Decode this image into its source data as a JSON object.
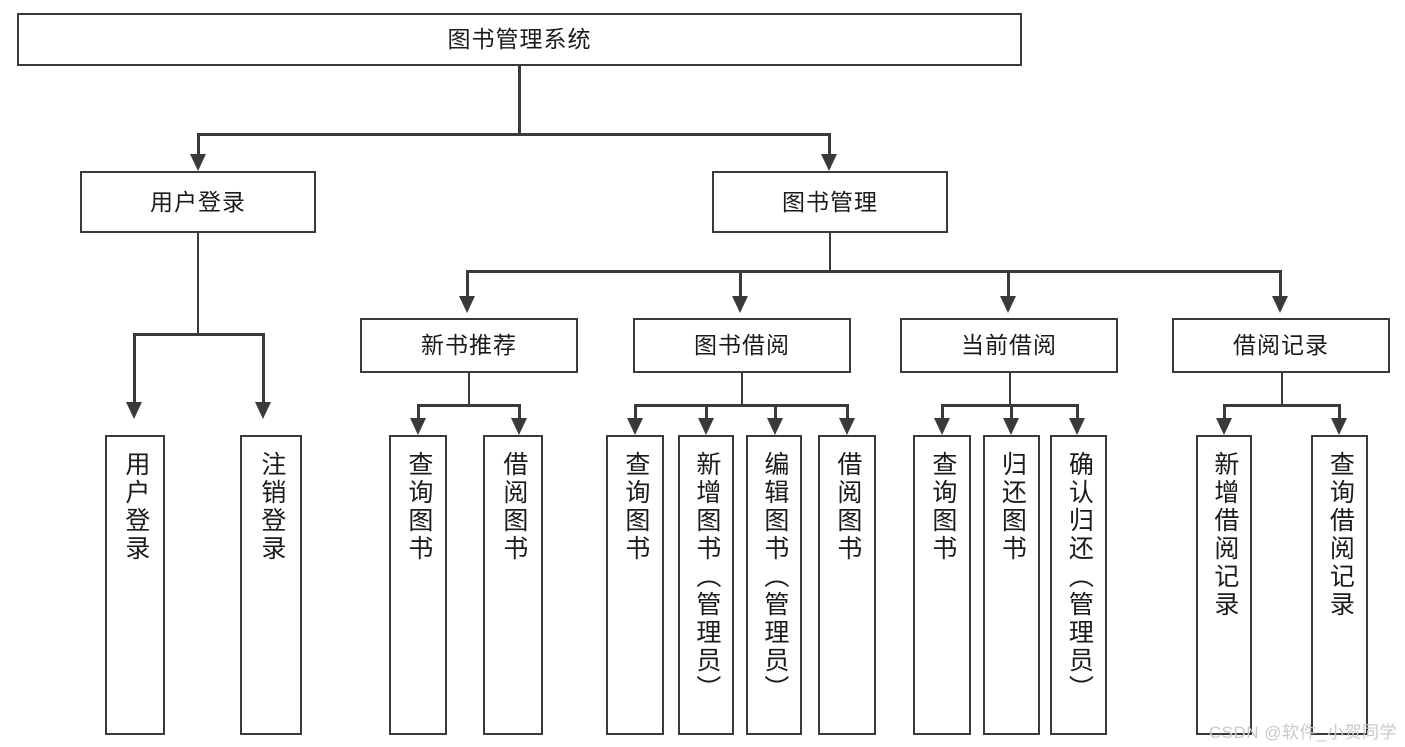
{
  "diagram": {
    "title": "图书管理系统",
    "type": "tree",
    "root": {
      "label": "图书管理系统",
      "children": [
        {
          "label": "用户登录",
          "children": [
            {
              "label": "用户登录"
            },
            {
              "label": "注销登录"
            }
          ]
        },
        {
          "label": "图书管理",
          "children": [
            {
              "label": "新书推荐",
              "children": [
                {
                  "label": "查询图书"
                },
                {
                  "label": "借阅图书"
                }
              ]
            },
            {
              "label": "图书借阅",
              "children": [
                {
                  "label": "查询图书"
                },
                {
                  "label": "新增图书（管理员）"
                },
                {
                  "label": "编辑图书（管理员）"
                },
                {
                  "label": "借阅图书"
                }
              ]
            },
            {
              "label": "当前借阅",
              "children": [
                {
                  "label": "查询图书"
                },
                {
                  "label": "归还图书"
                },
                {
                  "label": "确认归还（管理员）"
                }
              ]
            },
            {
              "label": "借阅记录",
              "children": [
                {
                  "label": "新增借阅记录"
                },
                {
                  "label": "查询借阅记录"
                }
              ]
            }
          ]
        }
      ]
    },
    "nodes": {
      "root": "图书管理系统",
      "l1_user_login": "用户登录",
      "l1_book_manage": "图书管理",
      "l2_new_book": "新书推荐",
      "l2_book_borrow": "图书借阅",
      "l2_current_borrow": "当前借阅",
      "l2_borrow_record": "借阅记录",
      "leaf_user_login": "用户登录",
      "leaf_logout": "注销登录",
      "leaf_nb_query": "查询图书",
      "leaf_nb_borrow": "借阅图书",
      "leaf_bb_query": "查询图书",
      "leaf_bb_add": "新增图书（管理员）",
      "leaf_bb_edit": "编辑图书（管理员）",
      "leaf_bb_borrow": "借阅图书",
      "leaf_cb_query": "查询图书",
      "leaf_cb_return": "归还图书",
      "leaf_cb_confirm": "确认归还（管理员）",
      "leaf_br_add": "新增借阅记录",
      "leaf_br_query": "查询借阅记录"
    },
    "colors": {
      "line": "#3a3a3a",
      "box_fill": "#ffffff",
      "text": "#1b1b1b",
      "background": "#ffffff",
      "watermark": "#c9c9c9"
    }
  },
  "watermark": {
    "text": "CSDN @软件_小贺同学"
  }
}
